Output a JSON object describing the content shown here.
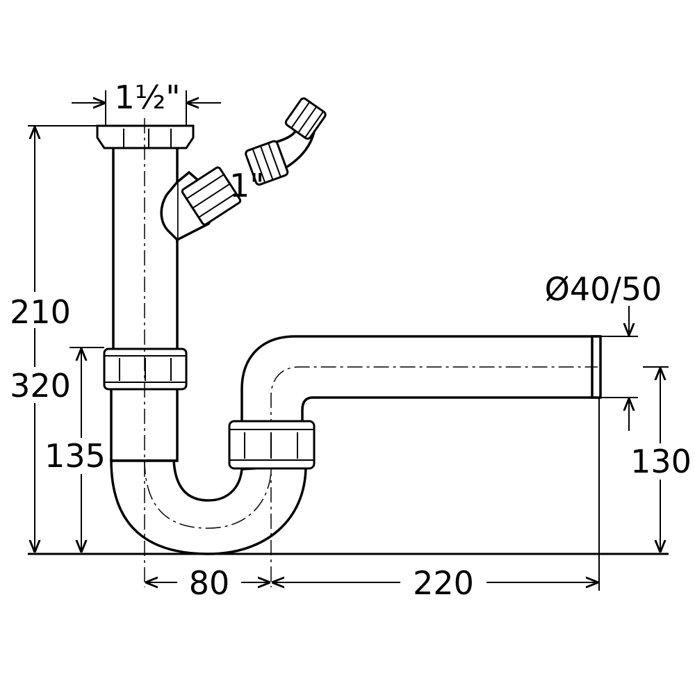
{
  "dimensions": {
    "inlet_size": "1½\"",
    "side_inlet_size": "1\"",
    "outlet_diameter": "Ø40/50",
    "height_total": "210",
    "height_320": "320",
    "height_135": "135",
    "height_130": "130",
    "width_80": "80",
    "width_220": "220"
  }
}
